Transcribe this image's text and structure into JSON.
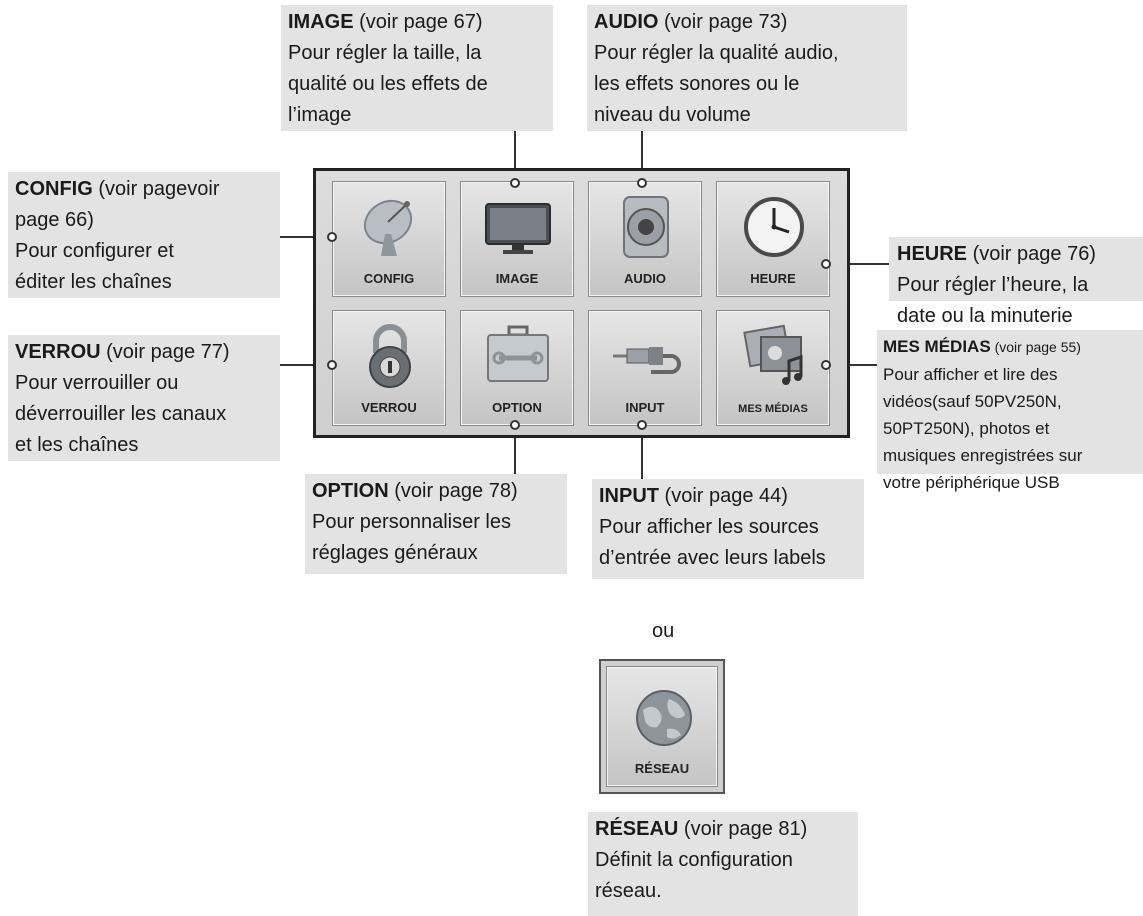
{
  "callouts": {
    "image": {
      "title": "IMAGE",
      "ref": " (voir page 67)",
      "lines": [
        "Pour régler la taille, la",
        "qualité ou les effets de",
        "l’image"
      ]
    },
    "audio": {
      "title": "AUDIO",
      "ref": " (voir page 73)",
      "lines": [
        "Pour régler la qualité audio,",
        "les effets sonores ou le",
        "niveau du volume"
      ]
    },
    "config": {
      "title": "CONFIG",
      "ref": " (voir pagevoir",
      "lines": [
        "page 66)",
        "Pour configurer et",
        "éditer les chaînes"
      ]
    },
    "heure": {
      "title": "HEURE",
      "ref": " (voir page 76)",
      "lines": [
        "Pour régler l’heure, la",
        "date ou la minuterie"
      ]
    },
    "verrou": {
      "title": "VERROU",
      "ref": " (voir page 77)",
      "lines": [
        "Pour verrouiller ou",
        "déverrouiller les canaux",
        "et les chaînes"
      ]
    },
    "mes_medias": {
      "title": "MES MÉDIAS",
      "ref": " (voir page 55)",
      "lines": [
        "Pour afficher et lire des",
        "vidéos(sauf 50PV250N,",
        "50PT250N), photos et",
        "musiques enregistrées sur",
        "votre périphérique USB"
      ]
    },
    "option": {
      "title": "OPTION",
      "ref": " (voir page 78)",
      "lines": [
        "Pour personnaliser les",
        "réglages généraux"
      ]
    },
    "input": {
      "title": "INPUT",
      "ref": " (voir page 44)",
      "lines": [
        "Pour afficher les sources",
        "d’entrée avec leurs labels"
      ]
    },
    "reseau": {
      "title": "RÉSEAU",
      "ref": " (voir page 81)",
      "lines": [
        "Définit la configuration",
        "réseau."
      ]
    }
  },
  "tiles": {
    "config": {
      "label": "CONFIG",
      "icon": "satellite-dish-icon"
    },
    "image": {
      "label": "IMAGE",
      "icon": "tv-monitor-icon"
    },
    "audio": {
      "label": "AUDIO",
      "icon": "speaker-icon"
    },
    "heure": {
      "label": "HEURE",
      "icon": "clock-icon"
    },
    "verrou": {
      "label": "VERROU",
      "icon": "padlock-icon"
    },
    "option": {
      "label": "OPTION",
      "icon": "toolbox-icon"
    },
    "input": {
      "label": "INPUT",
      "icon": "cable-plug-icon"
    },
    "mes_medias": {
      "label": "MES MÉDIAS",
      "icon": "media-icon"
    },
    "reseau": {
      "label": "RÉSEAU",
      "icon": "globe-icon"
    }
  },
  "or_text": "ou"
}
